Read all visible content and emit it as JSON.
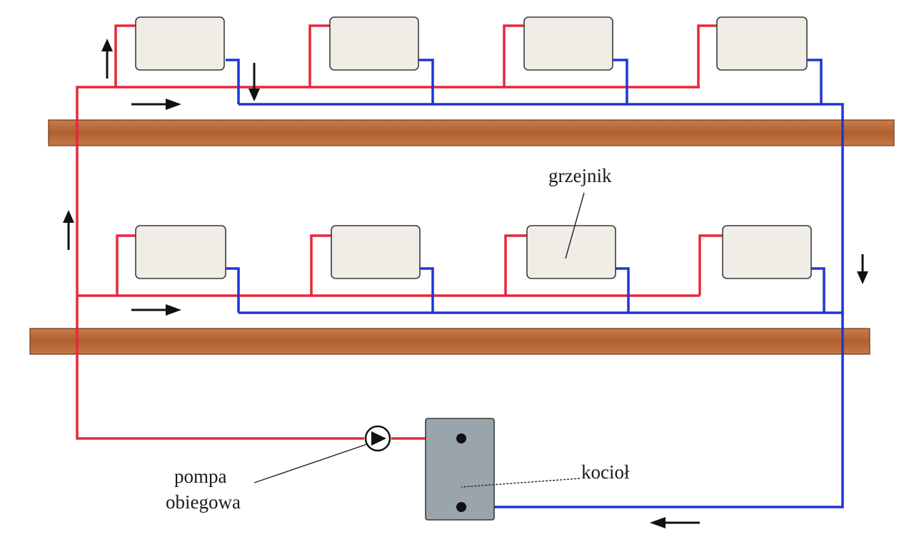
{
  "labels": {
    "radiator": "grzejnik",
    "boiler": "kocioł",
    "pump_line1": "pompa",
    "pump_line2": "obiegowa"
  },
  "colors": {
    "supply_pipe": "#e5283a",
    "return_pipe": "#1f35d6",
    "beam": "#b8693a",
    "boiler": "#9aa4ab",
    "radiator": "#efede6"
  },
  "floors": [
    {
      "radiator_count": 4
    },
    {
      "radiator_count": 4
    }
  ]
}
